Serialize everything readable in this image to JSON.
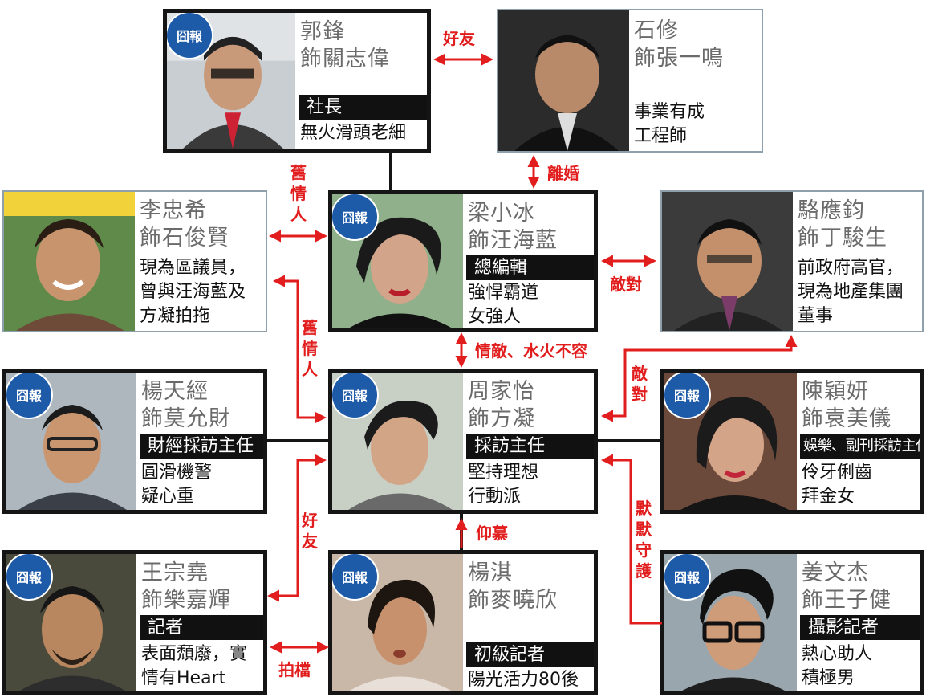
{
  "badge_text": "囧報",
  "colors": {
    "accent": "#e11d1d",
    "badge": "#1d5aa8",
    "black_border": "#151515",
    "gray_border": "#8ea0ac"
  },
  "cards": {
    "guo": {
      "name": "郭鋒",
      "plays": "飾關志偉",
      "role": "社長",
      "desc": [
        "無火滑頭老細"
      ],
      "badge": true
    },
    "shi": {
      "name": "石修",
      "plays": "飾張一鳴",
      "role": "",
      "desc": [
        "事業有成",
        "工程師"
      ],
      "badge": false
    },
    "li": {
      "name": "李忠希",
      "plays": "飾石俊賢",
      "role": "",
      "desc": [
        "現為區議員，",
        "曾與汪海藍及",
        "方凝拍拖"
      ],
      "badge": false
    },
    "liang": {
      "name": "梁小冰",
      "plays": "飾汪海藍",
      "role": "總編輯",
      "desc": [
        "強悍霸道",
        "女強人"
      ],
      "badge": true
    },
    "luo": {
      "name": "駱應鈞",
      "plays": "飾丁駿生",
      "role": "",
      "desc": [
        "前政府高官，",
        "現為地產集團",
        "董事"
      ],
      "badge": false
    },
    "yang": {
      "name": "楊天經",
      "plays": "飾莫允財",
      "role": "財經採訪主任",
      "desc": [
        "圓滑機警",
        "疑心重"
      ],
      "badge": true
    },
    "zhou": {
      "name": "周家怡",
      "plays": "飾方凝",
      "role": "採訪主任",
      "desc": [
        "堅持理想",
        "行動派"
      ],
      "badge": true
    },
    "chen": {
      "name": "陳穎妍",
      "plays": "飾袁美儀",
      "role": "娛樂、副刊採訪主任",
      "desc": [
        "伶牙俐齒",
        "拜金女"
      ],
      "badge": true
    },
    "wang": {
      "name": "王宗堯",
      "plays": "飾樂嘉輝",
      "role": "記者",
      "desc": [
        "表面頹廢，實",
        "情有Heart"
      ],
      "badge": true
    },
    "yangqi": {
      "name": "楊淇",
      "plays": "飾麥曉欣",
      "role": "初級記者",
      "desc": [
        "陽光活力80後"
      ],
      "badge": true
    },
    "jiang": {
      "name": "姜文杰",
      "plays": "飾王子健",
      "role": "攝影記者",
      "desc": [
        "熱心助人",
        "積極男"
      ],
      "badge": true
    }
  },
  "relations": {
    "guo_shi": "好友",
    "shi_liang": "離婚",
    "li_liang": [
      "舊",
      "情",
      "人"
    ],
    "li_zhou": [
      "舊",
      "情",
      "人"
    ],
    "liang_luo": "敵對",
    "liang_zhou": "情敵、水火不容",
    "luo_chen": [
      "敵",
      "對"
    ],
    "wang_zhou": [
      "好",
      "友"
    ],
    "wang_yangqi": "拍檔",
    "yangqi_zhou": "仰慕",
    "jiang_zhou": [
      "默",
      "默",
      "守",
      "護"
    ]
  }
}
